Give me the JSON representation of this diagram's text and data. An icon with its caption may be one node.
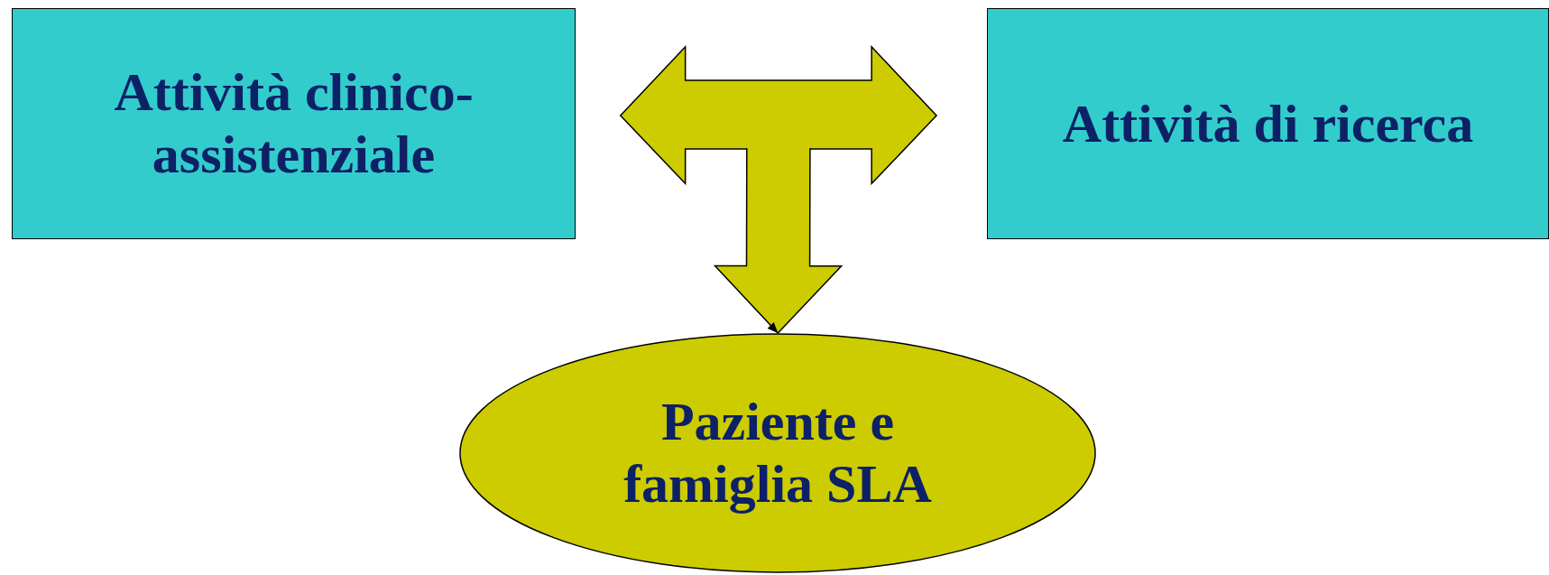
{
  "diagram": {
    "nodes": [
      {
        "text": [
          "Attività clinico-assistenziale"
        ]
      },
      {
        "text": [
          "Attività di ricerca"
        ]
      },
      {
        "text": [
          "Paziente e famiglia SLA"
        ]
      }
    ],
    "edges": [
      {
        "from": 0,
        "to": 1,
        "arrow": "both"
      },
      {
        "from": null,
        "to": 2,
        "arrow": "to"
      }
    ]
  }
}
